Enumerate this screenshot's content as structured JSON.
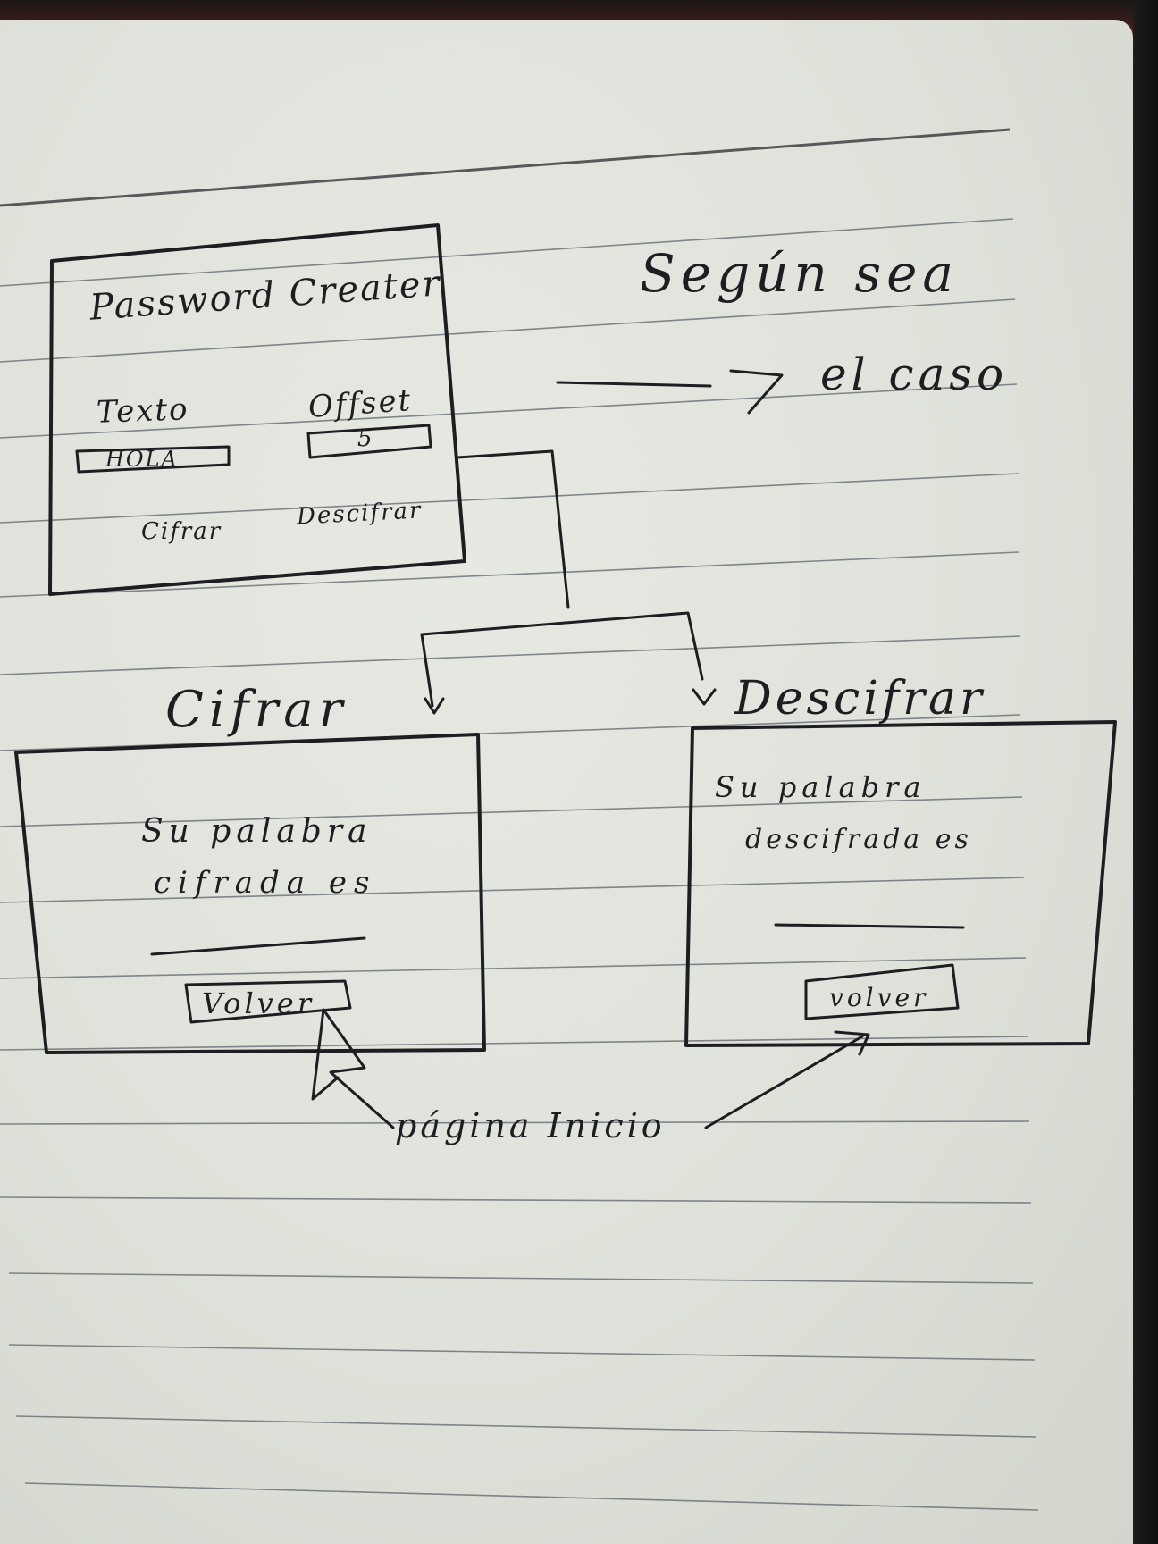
{
  "main_window": {
    "title": "Password Creater",
    "texto_label": "Texto",
    "texto_value": "HOLA",
    "offset_label": "Offset",
    "offset_value": "5",
    "cifrar_button": "Cifrar",
    "descifrar_button": "Descifrar"
  },
  "note": {
    "line1": "Según sea",
    "line2": "el caso"
  },
  "cifrar_window": {
    "title": "Cifrar",
    "message_line1": "Su palabra",
    "message_line2": "cifrada es",
    "volver_button": "Volver"
  },
  "descifrar_window": {
    "title": "Descifrar",
    "message_line1": "Su palabra",
    "message_line2": "descifrada es",
    "volver_button": "volver"
  },
  "annotation": {
    "pagina_inicio": "página Inicio"
  },
  "colors": {
    "paper": "#e2e5dd",
    "ink": "#1e1e22",
    "rule_line": "#5a5f66"
  }
}
